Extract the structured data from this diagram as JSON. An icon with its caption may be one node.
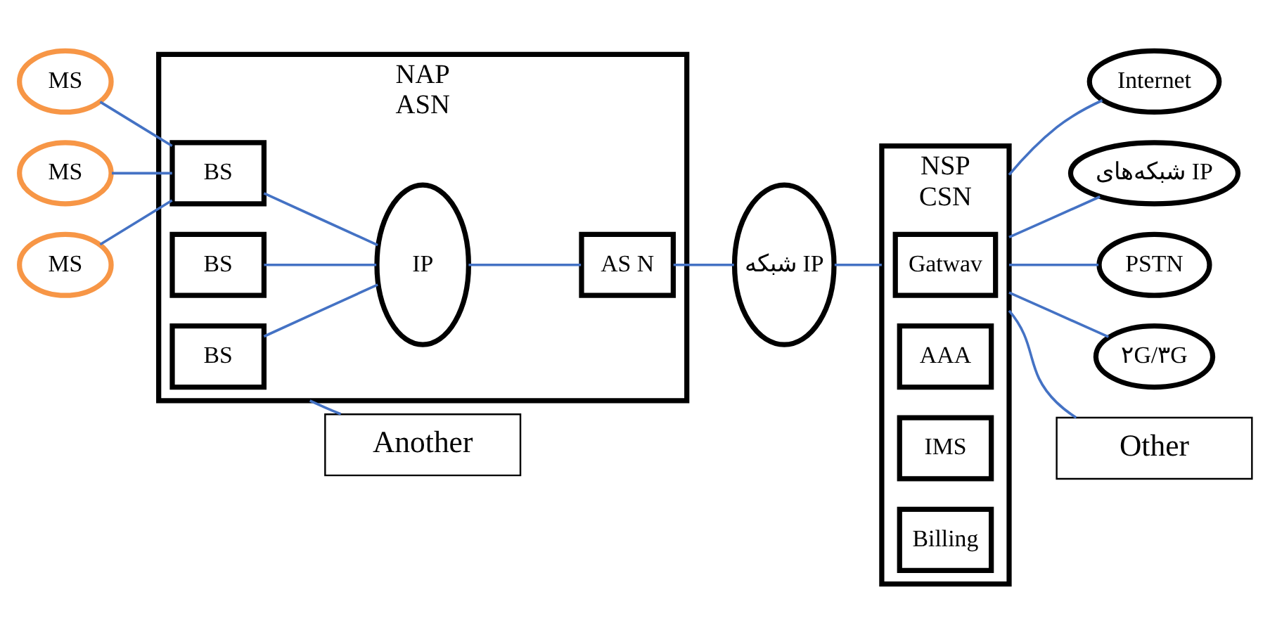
{
  "diagram": {
    "nodes": [
      {
        "text": [
          "MS"
        ]
      },
      {
        "text": [
          "MS"
        ]
      },
      {
        "text": [
          "MS"
        ]
      },
      {
        "text": [
          "NAP",
          "ASN"
        ]
      },
      {
        "text": [
          "BS"
        ],
        "in": 3
      },
      {
        "text": [
          "BS"
        ],
        "in": 3
      },
      {
        "text": [
          "BS"
        ],
        "in": 3
      },
      {
        "text": [
          "IP"
        ],
        "in": 3
      },
      {
        "text": [
          "AS N"
        ],
        "in": 3
      },
      {
        "text": [
          "شبکه IP"
        ]
      },
      {
        "text": [
          "NSP",
          "CSN"
        ]
      },
      {
        "text": [
          "Gatwav"
        ],
        "in": 10
      },
      {
        "text": [
          "AAA"
        ],
        "in": 10
      },
      {
        "text": [
          "IMS"
        ],
        "in": 10
      },
      {
        "text": [
          "Billing"
        ],
        "in": 10
      },
      {
        "text": [
          "Internet"
        ]
      },
      {
        "text": [
          "شبکه‌های IP"
        ]
      },
      {
        "text": [
          "PSTN"
        ]
      },
      {
        "text": [
          "۲G/۳G"
        ]
      },
      {
        "text": [
          "Another"
        ]
      },
      {
        "text": [
          "Other"
        ]
      }
    ],
    "edges": [
      {
        "from": 0,
        "to": 5,
        "arrow": "none"
      },
      {
        "from": 1,
        "to": 5,
        "arrow": "none"
      },
      {
        "from": 2,
        "to": 5,
        "arrow": "none"
      },
      {
        "from": 4,
        "to": 7,
        "arrow": "none"
      },
      {
        "from": 5,
        "to": 7,
        "arrow": "none"
      },
      {
        "from": 6,
        "to": 7,
        "arrow": "none"
      },
      {
        "from": 7,
        "to": 8,
        "arrow": "none"
      },
      {
        "from": 8,
        "to": 9,
        "arrow": "none"
      },
      {
        "from": 9,
        "to": 10,
        "arrow": "none"
      },
      {
        "from": 10,
        "to": 15,
        "arrow": "none"
      },
      {
        "from": 10,
        "to": 16,
        "arrow": "none"
      },
      {
        "from": 10,
        "to": 17,
        "arrow": "none"
      },
      {
        "from": 10,
        "to": 18,
        "arrow": "none"
      },
      {
        "from": 3,
        "to": 19,
        "arrow": "none"
      },
      {
        "from": 10,
        "to": 20,
        "arrow": "none"
      }
    ]
  }
}
